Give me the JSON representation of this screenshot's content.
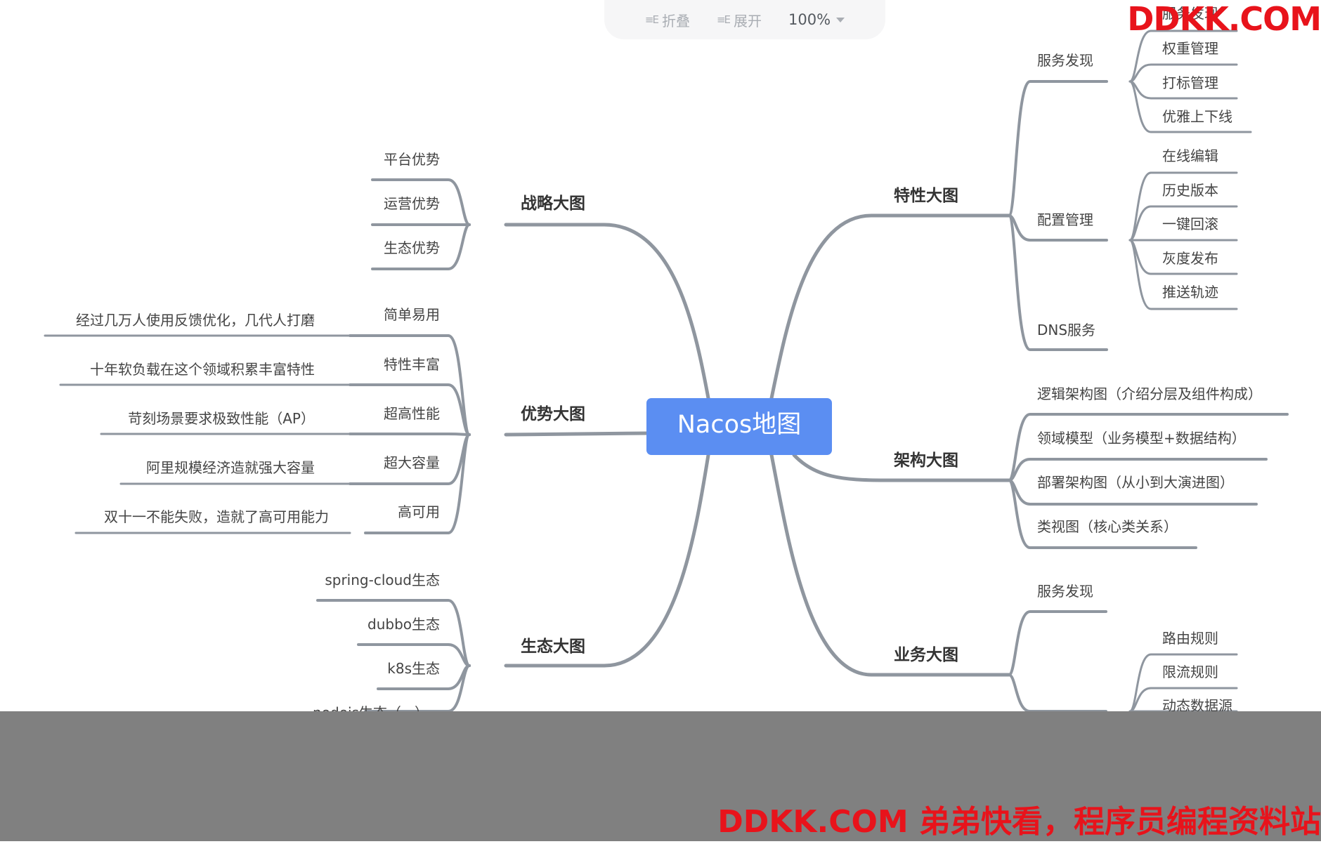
{
  "toolbar": {
    "collapse_label": "折叠",
    "expand_label": "展开",
    "zoom": "100%"
  },
  "center": {
    "label": "Nacos地图",
    "color": "#5b8ef2"
  },
  "branches": {
    "strategy": {
      "label": "战略大图",
      "children": [
        "平台优势",
        "运营优势",
        "生态优势"
      ]
    },
    "advantage": {
      "label": "优势大图",
      "children": [
        {
          "label": "简单易用",
          "note": "经过几万人使用反馈优化，几代人打磨"
        },
        {
          "label": "特性丰富",
          "note": "十年软负载在这个领域积累丰富特性"
        },
        {
          "label": "超高性能",
          "note": "苛刻场景要求极致性能（AP）"
        },
        {
          "label": "超大容量",
          "note": "阿里规模经济造就强大容量"
        },
        {
          "label": "高可用",
          "note": "双十一不能失败，造就了高可用能力"
        }
      ]
    },
    "ecosystem": {
      "label": "生态大图",
      "children": [
        "spring-cloud生态",
        "dubbo生态",
        "k8s生态",
        "nodejs生态（...）"
      ]
    },
    "feature": {
      "label": "特性大图",
      "children": [
        {
          "label": "服务发现",
          "children": [
            "服务发现",
            "权重管理",
            "打标管理",
            "优雅上下线"
          ]
        },
        {
          "label": "配置管理",
          "children": [
            "在线编辑",
            "历史版本",
            "一键回滚",
            "灰度发布",
            "推送轨迹"
          ]
        },
        {
          "label": "DNS服务",
          "children": []
        }
      ]
    },
    "architecture": {
      "label": "架构大图",
      "children": [
        "逻辑架构图（介绍分层及组件构成）",
        "领域模型（业务模型+数据结构）",
        "部署架构图（从小到大演进图）",
        "类视图（核心类关系）"
      ]
    },
    "business": {
      "label": "业务大图",
      "children": [
        {
          "label": "服务发现",
          "children": []
        },
        {
          "label": "",
          "children": [
            "路由规则",
            "限流规则",
            "动态数据源"
          ]
        }
      ]
    }
  },
  "watermark": {
    "top": "DDKK.COM",
    "bottom": "DDKK.COM 弟弟快看，程序员编程资料站",
    "color": "#e8131b"
  },
  "line_color": "#8f969f"
}
